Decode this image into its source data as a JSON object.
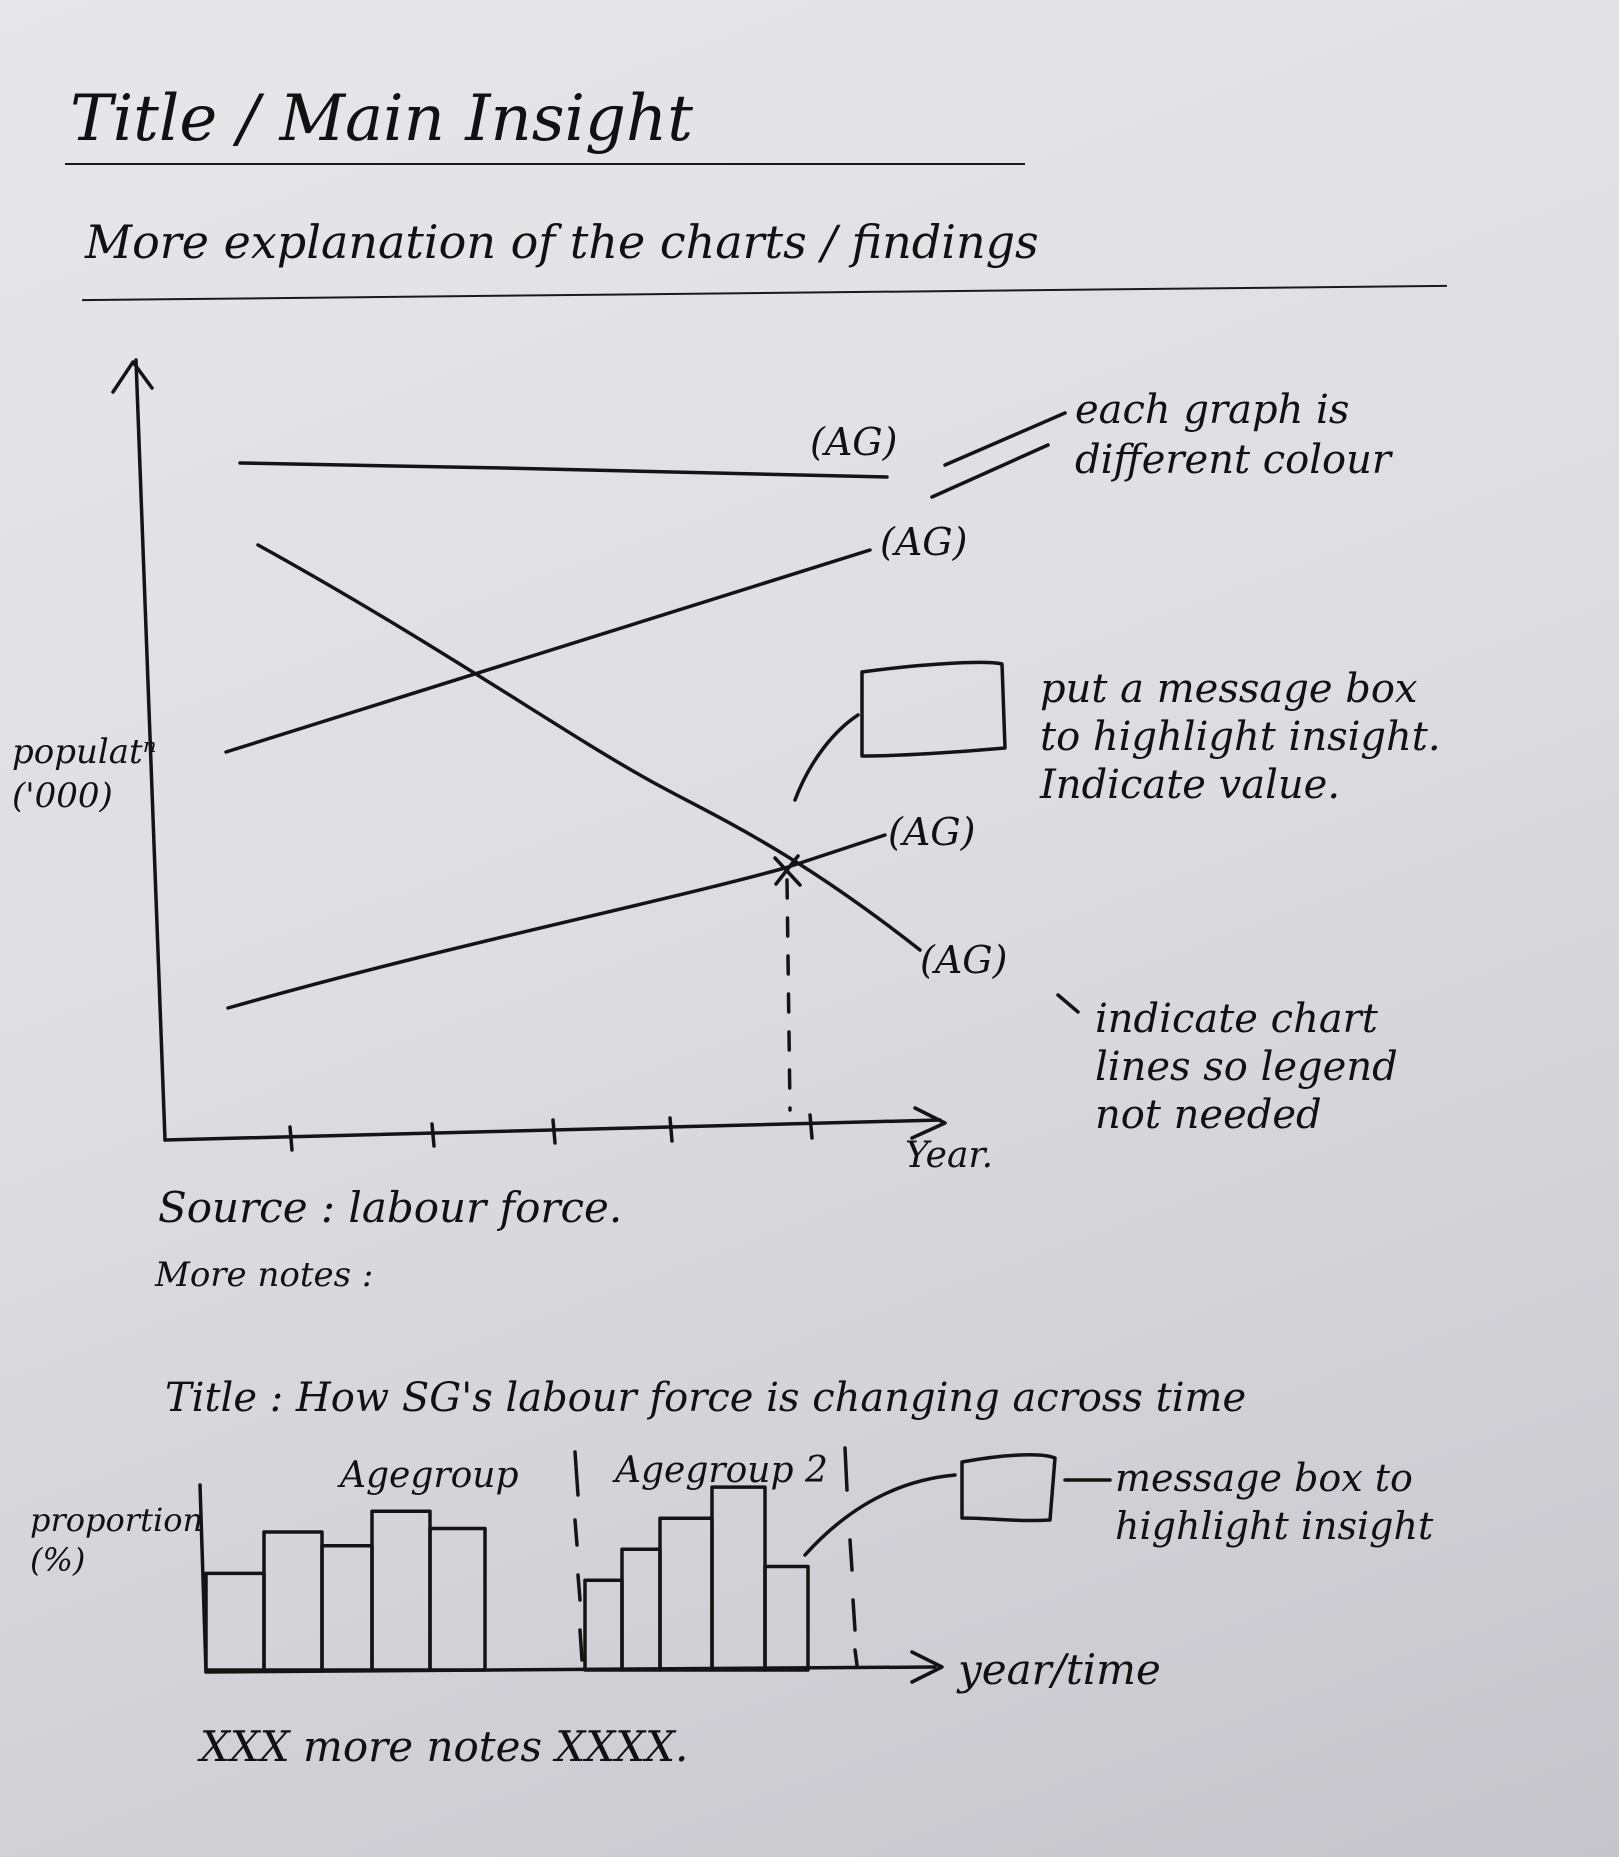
{
  "header": {
    "title": "Title / Main Insight",
    "subtitle": "More explanation of the charts / findings"
  },
  "line_chart": {
    "y_label": "populatⁿ ('000)",
    "x_label": "Year.",
    "series_labels": [
      "(AG)",
      "(AG)",
      "(AG)",
      "(AG)"
    ],
    "note_colour": "each graph is different colour",
    "note_message": "put a message box to highlight insight. Indicate value.",
    "note_legend": "indicate chart lines so legend not needed",
    "source": "Source : labour force.",
    "more_notes": "More notes :"
  },
  "bar_chart": {
    "title": "Title : How SG's labour force is changing across time",
    "y_label": "proportion (%)",
    "group_labels": [
      "Agegroup",
      "Agegroup 2"
    ],
    "x_label": "year/time",
    "note_message": "message box to highlight insight",
    "bottom_notes": "XXX more notes XXXX."
  },
  "chart_data": {
    "type": "bar",
    "categories": [
      "Agegroup",
      "Agegroup",
      "Agegroup",
      "Agegroup",
      "Agegroup",
      "Agegroup 2",
      "Agegroup 2",
      "Agegroup 2",
      "Agegroup 2",
      "Agegroup 2"
    ],
    "values": [
      28,
      40,
      36,
      46,
      41,
      26,
      35,
      44,
      53,
      30
    ],
    "xlabel": "year/time",
    "ylabel": "proportion (%)"
  },
  "colors": {
    "ink": "#141414",
    "paper": "#e2e2e5"
  }
}
